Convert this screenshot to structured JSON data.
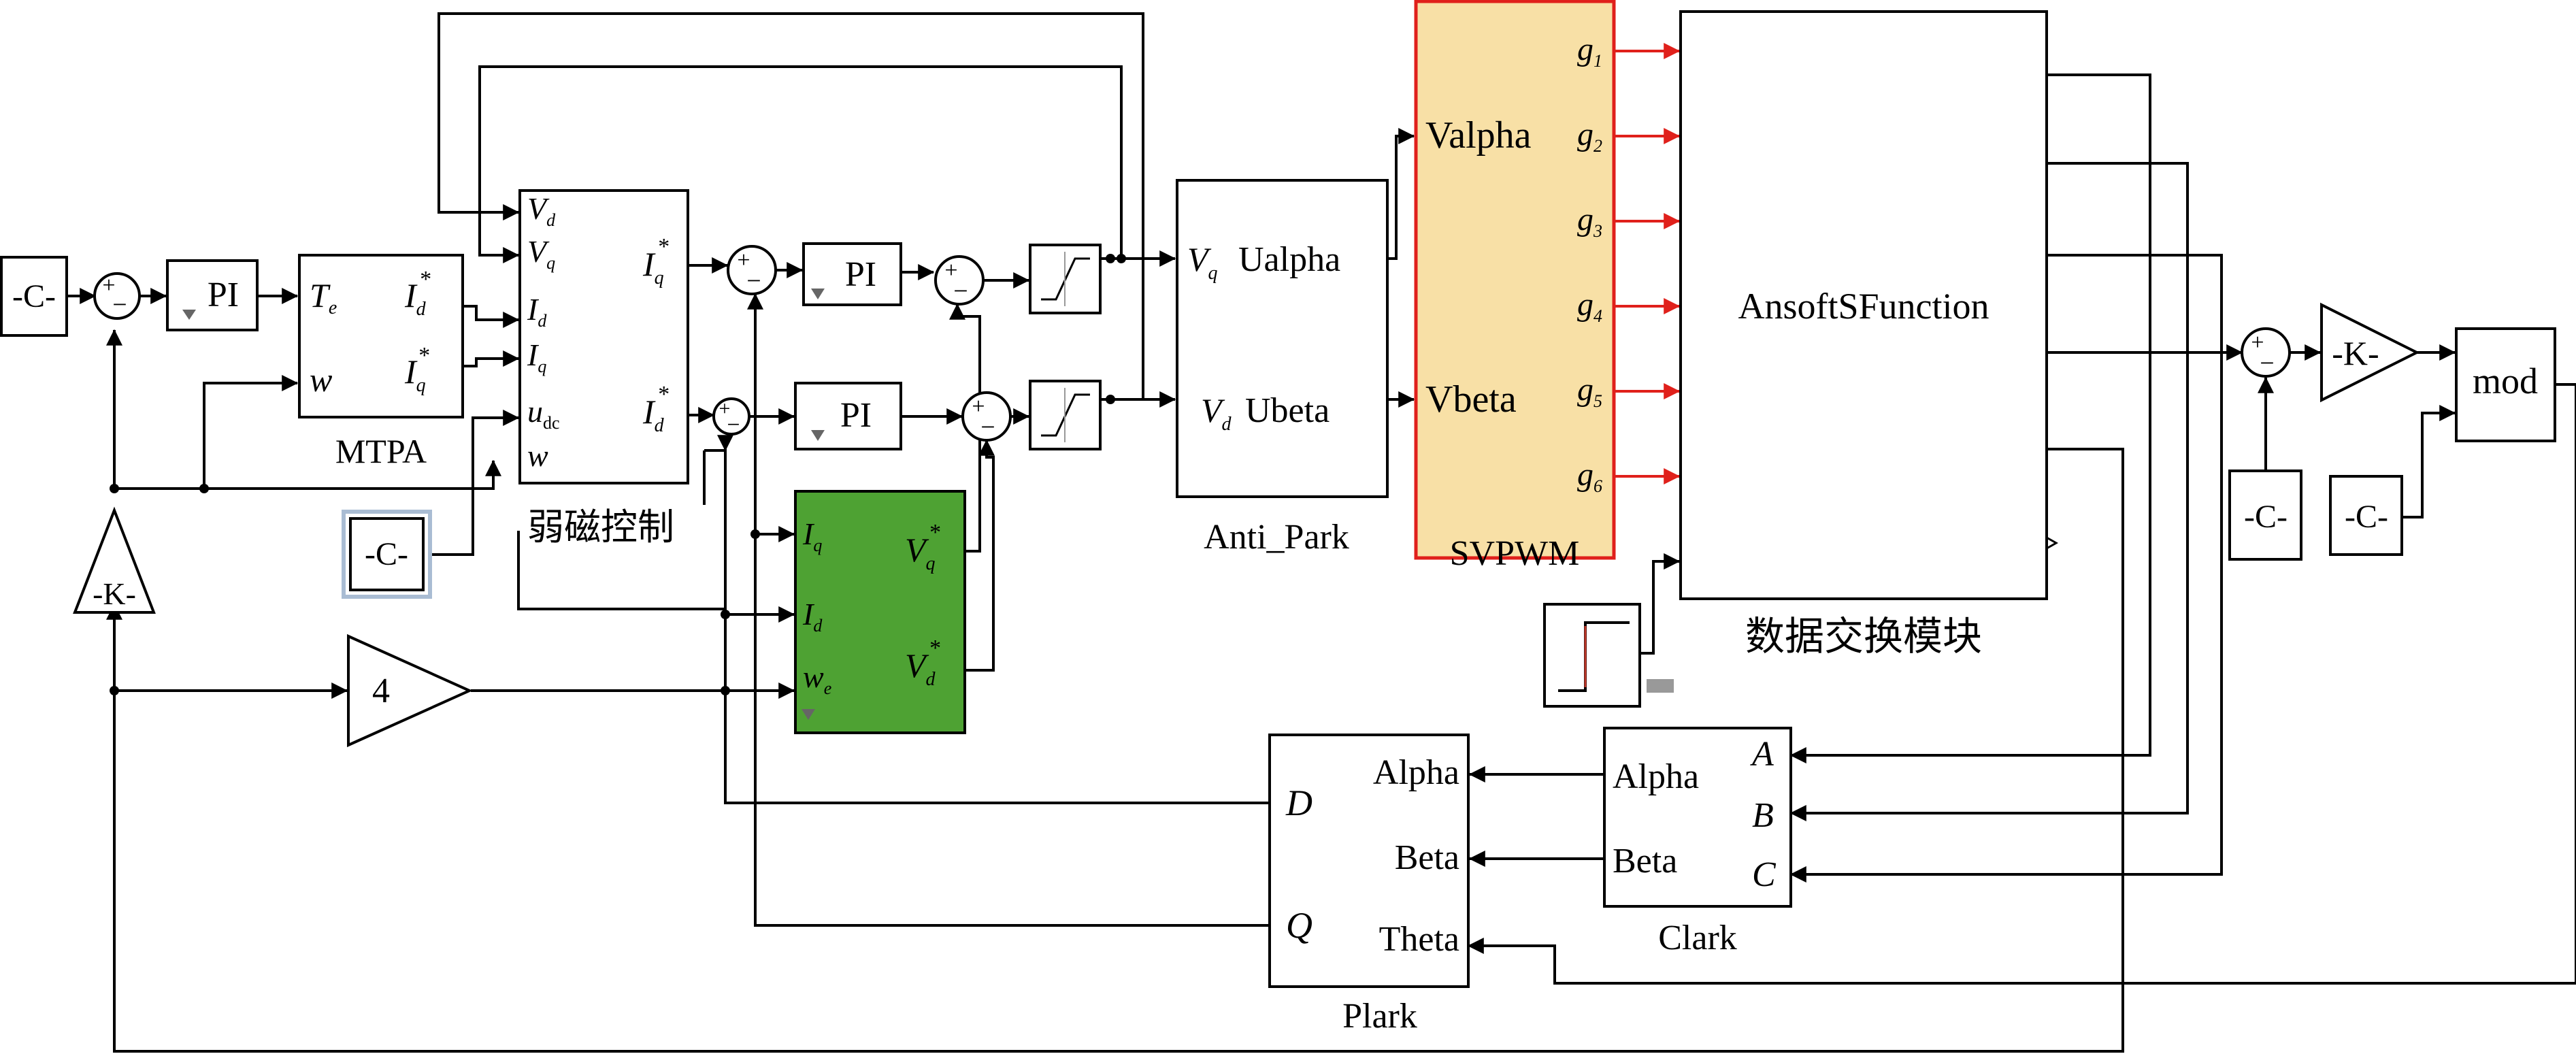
{
  "blocks": {
    "const_c": "-C-",
    "pi": "PI",
    "mtpa": {
      "inputs": [
        {
          "base": "T",
          "sub": "e",
          "sup": ""
        },
        {
          "base": "w",
          "sub": "",
          "sup": ""
        }
      ],
      "outputs": [
        {
          "base": "I",
          "sub": "d",
          "sup": "*"
        },
        {
          "base": "I",
          "sub": "q",
          "sup": "*"
        }
      ],
      "caption": "MTPA"
    },
    "flux_weakening": {
      "inputs": [
        {
          "base": "V",
          "sub": "d",
          "sup": ""
        },
        {
          "base": "V",
          "sub": "q",
          "sup": ""
        },
        {
          "base": "I",
          "sub": "d",
          "sup": ""
        },
        {
          "base": "I",
          "sub": "q",
          "sup": ""
        },
        {
          "base": "u",
          "sub": "dc",
          "sup": ""
        },
        {
          "base": "w",
          "sub": "",
          "sup": ""
        }
      ],
      "outputs": [
        {
          "base": "I",
          "sub": "q",
          "sup": "*"
        },
        {
          "base": "I",
          "sub": "d",
          "sup": "*"
        }
      ],
      "caption": "弱磁控制"
    },
    "decoupling": {
      "inputs": [
        {
          "base": "I",
          "sub": "q",
          "sup": ""
        },
        {
          "base": "I",
          "sub": "d",
          "sup": ""
        },
        {
          "base": "w",
          "sub": "e",
          "sup": ""
        }
      ],
      "outputs": [
        {
          "base": "V",
          "sub": "q",
          "sup": "*"
        },
        {
          "base": "V",
          "sub": "d",
          "sup": "*"
        }
      ],
      "color": "#4ea233"
    },
    "anti_park": {
      "in_q": {
        "base": "V",
        "sub": "q"
      },
      "in_d": {
        "base": "V",
        "sub": "d"
      },
      "out_alpha": "Ualpha",
      "out_beta": "Ubeta",
      "caption": "Anti_Park"
    },
    "svpwm": {
      "in_alpha": "Valpha",
      "in_beta": "Vbeta",
      "outputs": [
        {
          "base": "g",
          "sub": "1"
        },
        {
          "base": "g",
          "sub": "2"
        },
        {
          "base": "g",
          "sub": "3"
        },
        {
          "base": "g",
          "sub": "4"
        },
        {
          "base": "g",
          "sub": "5"
        },
        {
          "base": "g",
          "sub": "6"
        }
      ],
      "caption": "SVPWM",
      "fill": "#f8e0a6",
      "border": "#e0201b"
    },
    "exchange": {
      "label": "AnsoftSFunction",
      "caption": "数据交换模块"
    },
    "gain_k": "-K-",
    "gain_4": "4",
    "mod": "mod",
    "clark": {
      "inputs": [
        "A",
        "B",
        "C"
      ],
      "outputs": [
        "Alpha",
        "Beta"
      ],
      "caption": "Clark"
    },
    "park": {
      "inputs": [
        "Alpha",
        "Beta",
        "Theta"
      ],
      "outputs": [
        "D",
        "Q"
      ],
      "caption": "Plark"
    }
  },
  "colors": {
    "signal_arrow": "#e0201b",
    "wire": "#000000"
  }
}
